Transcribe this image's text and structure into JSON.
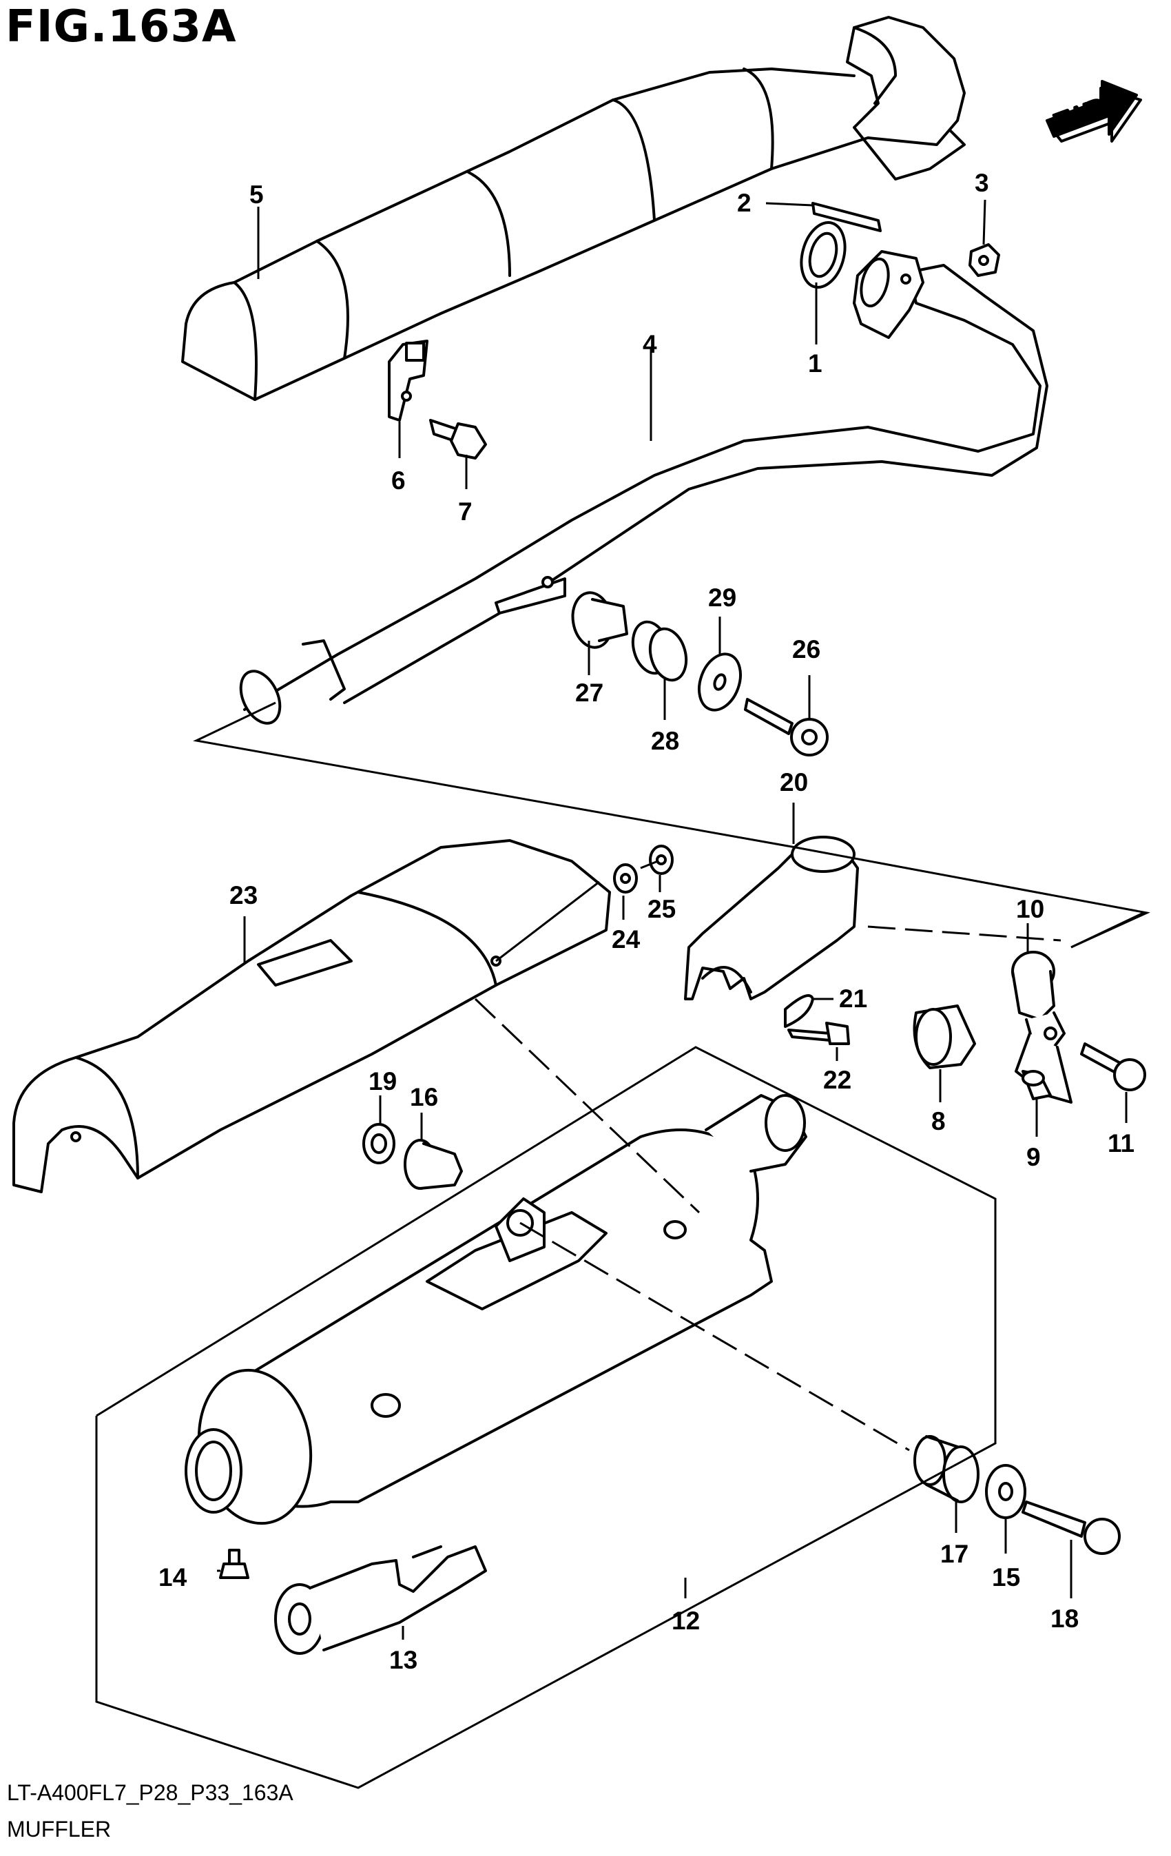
{
  "title": "FIG.163A",
  "drawing_code": "LT-A400FL7_P28_P33_163A",
  "caption": "MUFFLER",
  "direction_label": "FWD",
  "callouts": {
    "p1": "1",
    "p2": "2",
    "p3": "3",
    "p4": "4",
    "p5": "5",
    "p6": "6",
    "p7": "7",
    "p8": "8",
    "p9": "9",
    "p10": "10",
    "p11": "11",
    "p12": "12",
    "p13": "13",
    "p14": "14",
    "p15": "15",
    "p16": "16",
    "p17": "17",
    "p18": "18",
    "p19": "19",
    "p20": "20",
    "p21": "21",
    "p22": "22",
    "p23": "23",
    "p24": "24",
    "p25": "25",
    "p26": "26",
    "p27": "27",
    "p28": "28",
    "p29": "29"
  }
}
